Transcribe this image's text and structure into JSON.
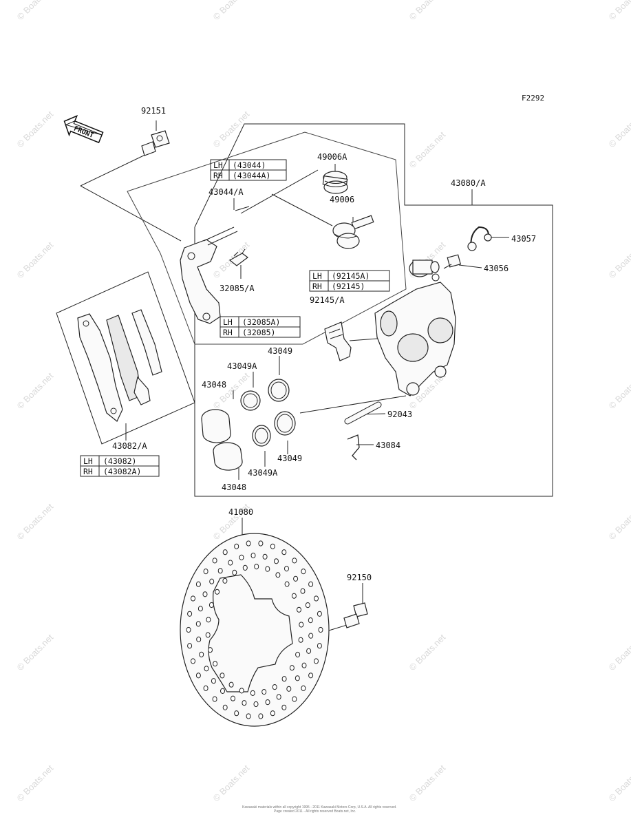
{
  "figure_code": "F2292",
  "front_label": "FRONT",
  "watermark": "© Boats.net",
  "footer": {
    "line1": "Kawasaki materials within all copyright 1995 - 2011 Kawasaki Motors Corp, U.S.A. All rights reserved.",
    "line2": "Page created 2011 - All rights reserved Boats.net, Inc."
  },
  "labels": {
    "p92151": "92151",
    "p49006A": "49006A",
    "p43044A": "43044/A",
    "p49006": "49006",
    "p43080A": "43080/A",
    "p43057": "43057",
    "p43056": "43056",
    "p32085A": "32085/A",
    "p92145A": "92145/A",
    "p43049_top": "43049",
    "p43049A_top": "43049A",
    "p43048_top": "43048",
    "p92043": "92043",
    "p43084": "43084",
    "p43049_bot": "43049",
    "p43049A_bot": "43049A",
    "p43048_bot": "43048",
    "p43082A": "43082/A",
    "p41080": "41080",
    "p92150": "92150"
  },
  "tables": {
    "t43044": [
      {
        "side": "LH",
        "part": "(43044)"
      },
      {
        "side": "RH",
        "part": "(43044A)"
      }
    ],
    "t92145": [
      {
        "side": "LH",
        "part": "(92145A)"
      },
      {
        "side": "RH",
        "part": "(92145)"
      }
    ],
    "t32085": [
      {
        "side": "LH",
        "part": "(32085A)"
      },
      {
        "side": "RH",
        "part": "(32085)"
      }
    ],
    "t43082": [
      {
        "side": "LH",
        "part": "(43082)"
      },
      {
        "side": "RH",
        "part": "(43082A)"
      }
    ]
  }
}
